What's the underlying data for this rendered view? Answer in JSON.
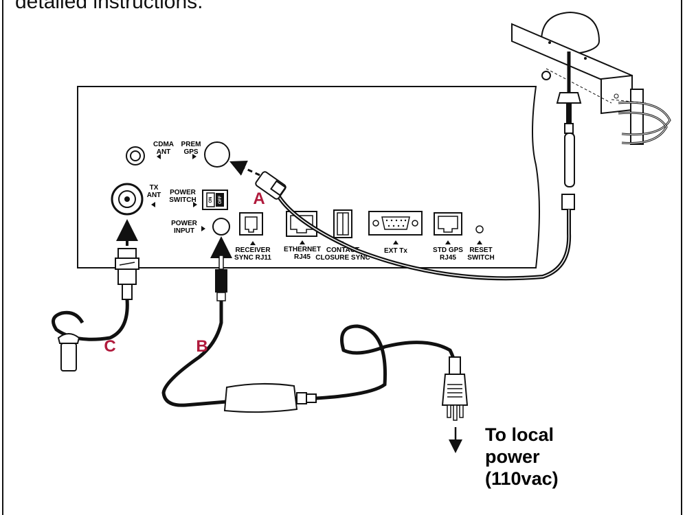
{
  "header": {
    "text": "detailed instructions."
  },
  "panel": {
    "cdma_ant": [
      "CDMA",
      "ANT"
    ],
    "prem_gps": [
      "PREM",
      "GPS"
    ],
    "tx_ant": [
      "TX",
      "ANT"
    ],
    "power_switch": [
      "POWER",
      "SWITCH"
    ],
    "switch_on": "ON",
    "switch_off": "OFF",
    "power_input": [
      "POWER",
      "INPUT"
    ],
    "receiver_sync": [
      "RECEIVER",
      "SYNC RJ11"
    ],
    "ethernet": [
      "ETHERNET",
      "RJ45"
    ],
    "contact_closure": [
      "CONTACT",
      "CLOSURE SYNC"
    ],
    "ext_tx": "EXT Tx",
    "std_gps": [
      "STD GPS",
      "RJ45"
    ],
    "reset_switch": [
      "RESET",
      "SWITCH"
    ]
  },
  "callouts": {
    "a": "A",
    "b": "B",
    "c": "C"
  },
  "power_note": [
    "To local",
    "power",
    "(110vac)"
  ],
  "colors": {
    "callout": "#b01a3c",
    "line": "#111111"
  }
}
